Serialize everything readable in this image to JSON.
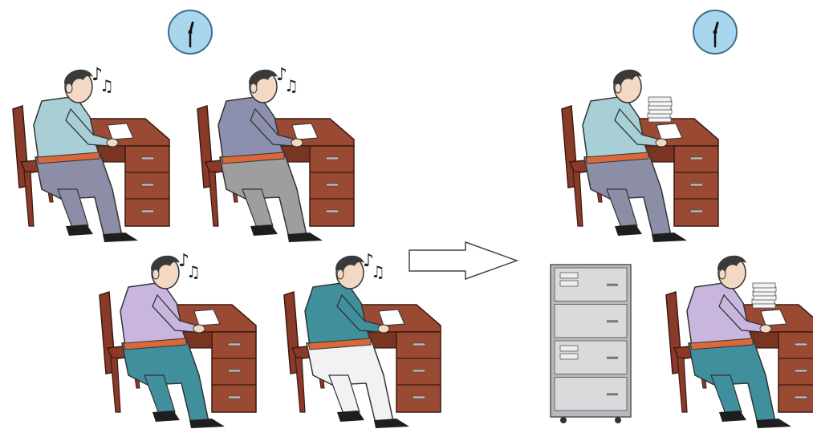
{
  "scene": {
    "left_group": {
      "clock": {
        "icon": "wall-clock-icon",
        "hour": 12,
        "minute": 30
      },
      "workers": [
        {
          "shirt": "#a8cfd6",
          "pants": "#8c8ea8",
          "activity": "writing",
          "music_notes": true
        },
        {
          "shirt": "#8d8fae",
          "pants": "#9e9e9e",
          "activity": "writing",
          "music_notes": true
        },
        {
          "shirt": "#c8b6de",
          "pants": "#3f8f9c",
          "activity": "writing",
          "music_notes": true
        },
        {
          "shirt": "#3f8f9c",
          "pants": "#f2f2f2",
          "activity": "writing",
          "music_notes": true
        }
      ]
    },
    "arrow": {
      "icon": "right-arrow-icon",
      "direction": "right"
    },
    "right_group": {
      "clock": {
        "icon": "wall-clock-icon",
        "hour": 12,
        "minute": 30
      },
      "workers": [
        {
          "shirt": "#a8cfd6",
          "pants": "#8c8ea8",
          "activity": "writing",
          "paper_stack": true
        },
        {
          "shirt": "#c8b6de",
          "pants": "#3f8f9c",
          "activity": "writing",
          "paper_stack": true
        }
      ],
      "server_rack": {
        "icon": "server-rack-icon",
        "units": 4
      }
    },
    "colors": {
      "desk": "#9a4a32",
      "desk_dark": "#7a3522",
      "chair": "#8a3a28",
      "clock_face": "#a9d6ec",
      "clock_rim": "#3b6f8c",
      "skin": "#f3d9c3",
      "hair": "#3a3a3a",
      "belt": "#d9683a",
      "rack": "#d9dadc",
      "rack_frame": "#b7b9bd"
    }
  }
}
